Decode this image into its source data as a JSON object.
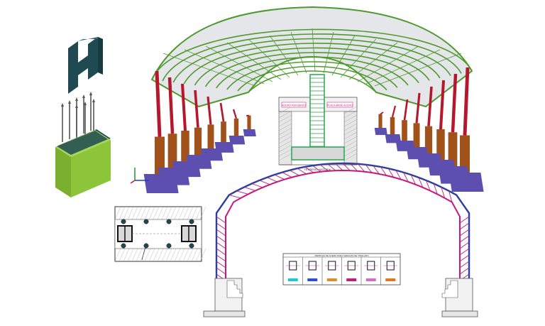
{
  "colors": {
    "background": "#ffffff",
    "roof_truss": "#4f9a2e",
    "roof_panel": "#e4e6ea",
    "column_red": "#b5172c",
    "pedestal_brown": "#a0521a",
    "footing_blue": "#5d4fb0",
    "dark_teal": "#1f4a52",
    "lime_green": "#8cc43a",
    "truss_magenta": "#c4197a",
    "truss_blue": "#2a3fa0",
    "concrete_grey": "#bfbfbf",
    "rebar_green": "#29a34a"
  },
  "section_detail": {
    "tag_left": "ACERO REFUERZO",
    "tag_right": "PLACA BASE ACERO",
    "ground_label": "TERRENO NATURAL"
  },
  "legend_table": {
    "title": "PERFILES DE ACERO PARA CERCHAS DE TINGLADO",
    "cells": [
      {
        "swatch": "#1ec6d6"
      },
      {
        "swatch": "#2a4fd0"
      },
      {
        "swatch": "#e08a2a"
      },
      {
        "swatch": "#c4197a"
      },
      {
        "swatch": "#d66ad0"
      },
      {
        "swatch": "#e0781a"
      }
    ]
  }
}
